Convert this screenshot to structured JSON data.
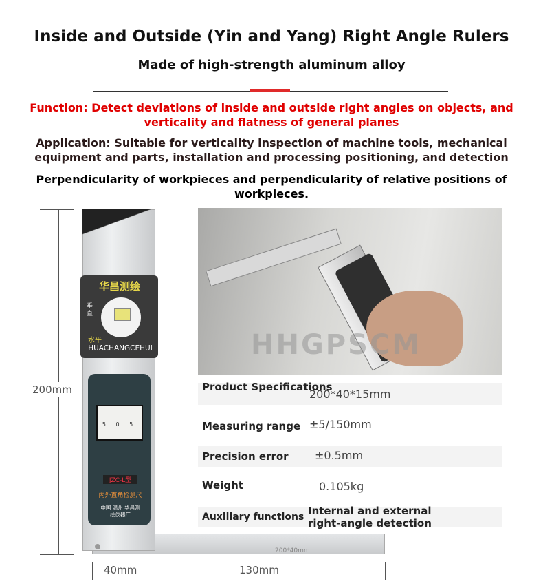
{
  "header": {
    "title": "Inside and Outside (Yin and Yang) Right Angle Rulers",
    "subtitle": "Made of high-strength aluminum alloy"
  },
  "description": {
    "function": "Function: Detect deviations of inside and outside right angles on objects, and verticality and flatness of general planes",
    "application": "Application: Suitable for verticality inspection of machine tools, mechanical equipment and parts, installation and processing positioning, and detection",
    "perpendicularity": "Perpendicularity of workpieces and perpendicularity of relative positions of workpieces."
  },
  "product_labels": {
    "brand": "华昌测绘",
    "vertical": "垂直",
    "horizontal": "水平",
    "brand_latin": "HUACHANGCEHUI",
    "dial_scale": "5 0 5",
    "model": "JZC-L型",
    "model_name": "内外直角检测尺",
    "maker": "中国 温州 华昌测绘仪器厂",
    "ruler_marking": "200*40mm"
  },
  "watermark": "HHGPSCM",
  "dimensions": {
    "height": "200mm",
    "width": "40mm",
    "length": "130mm"
  },
  "specs": [
    {
      "label": "Product Specifications",
      "value": "200*40*15mm"
    },
    {
      "label": "Measuring range",
      "value": "±5/150mm"
    },
    {
      "label": "Precision error",
      "value": "±0.5mm"
    },
    {
      "label": "Weight",
      "value": "0.105kg"
    },
    {
      "label": "Auxiliary functions",
      "value": "Internal and external right-angle detection"
    }
  ],
  "colors": {
    "accent_red": "#e00000",
    "divider_red": "#e02a2a"
  }
}
